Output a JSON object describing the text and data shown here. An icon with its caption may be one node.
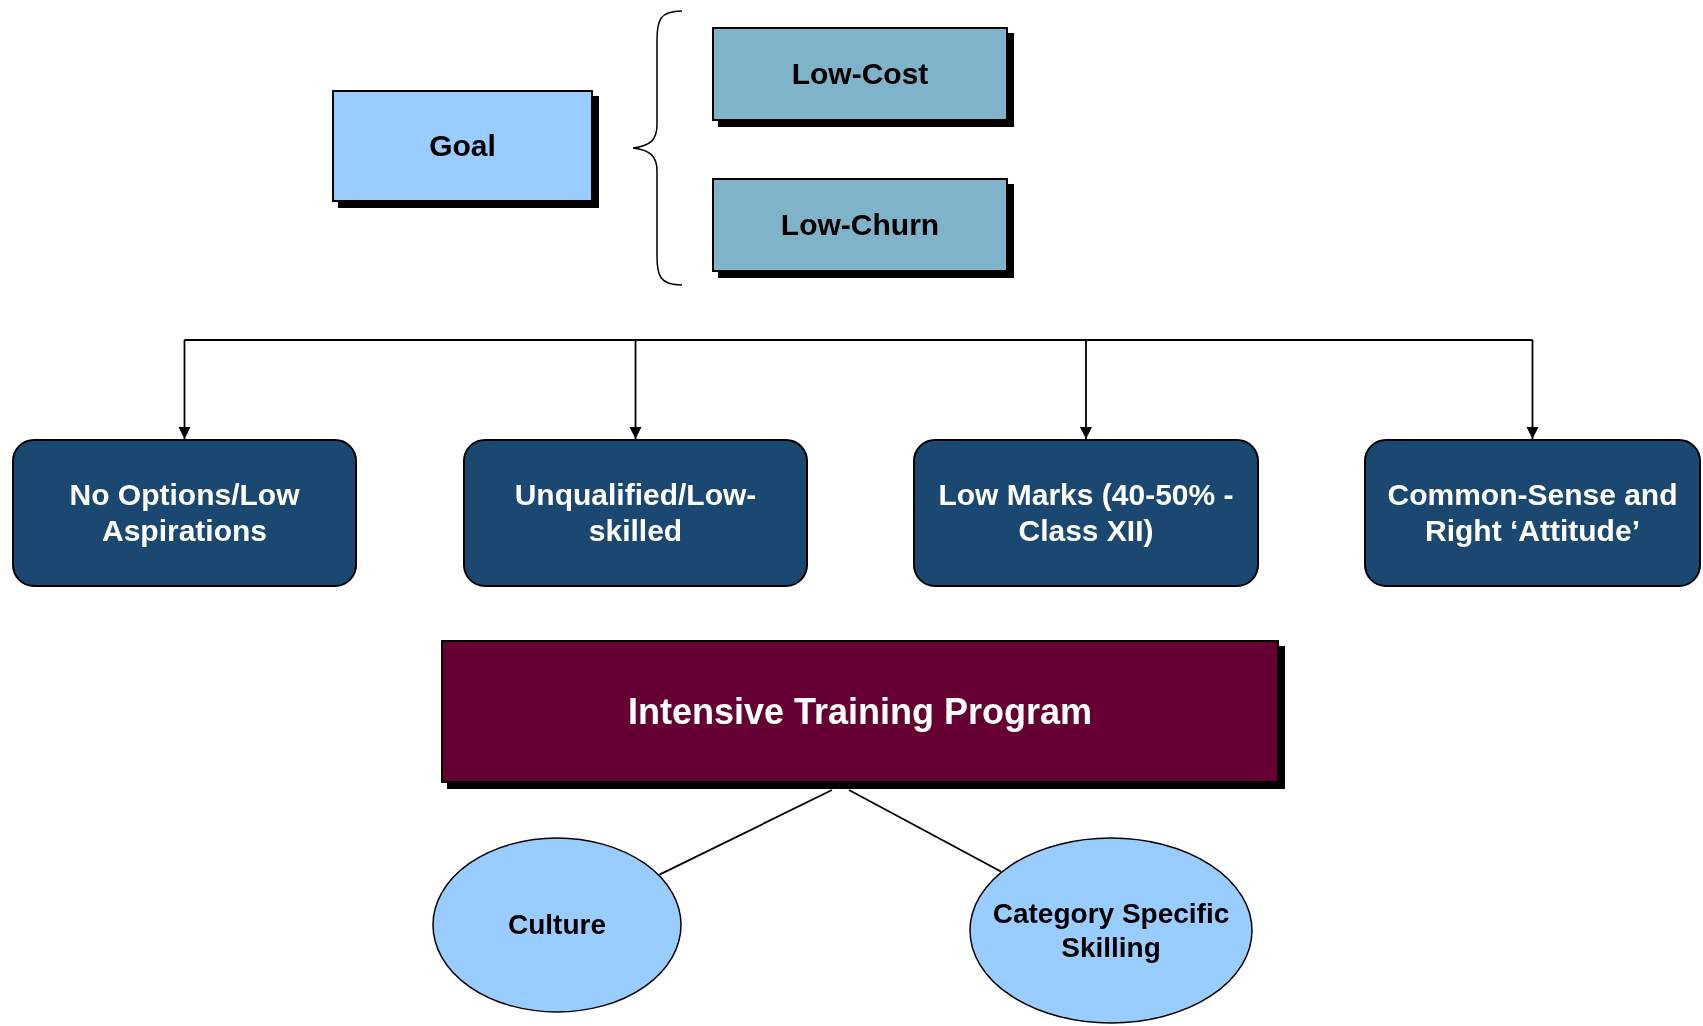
{
  "diagram": {
    "nodes": [
      {
        "text": [
          "Goal"
        ]
      },
      {
        "text": [
          "Low-Cost"
        ]
      },
      {
        "text": [
          "Low-Churn"
        ]
      },
      {
        "text": [
          "No Options/Low Aspirations"
        ]
      },
      {
        "text": [
          "Unqualified/Low-skilled"
        ]
      },
      {
        "text": [
          "Low Marks (40-50% - Class XII)"
        ]
      },
      {
        "text": [
          "Common-Sense and Right ‘Attitude’"
        ]
      },
      {
        "text": [
          "Intensive Training Program"
        ]
      },
      {
        "text": [
          "Culture"
        ]
      },
      {
        "text": [
          "Category Specific Skilling"
        ]
      }
    ],
    "edges": [
      {
        "from": null,
        "to": 3,
        "arrow": "to"
      },
      {
        "from": null,
        "to": 4,
        "arrow": "to"
      },
      {
        "from": null,
        "to": 5,
        "arrow": "to"
      },
      {
        "from": null,
        "to": 6,
        "arrow": "to"
      },
      {
        "from": 7,
        "to": 8,
        "arrow": "none"
      },
      {
        "from": 7,
        "to": 9,
        "arrow": "none"
      }
    ]
  }
}
